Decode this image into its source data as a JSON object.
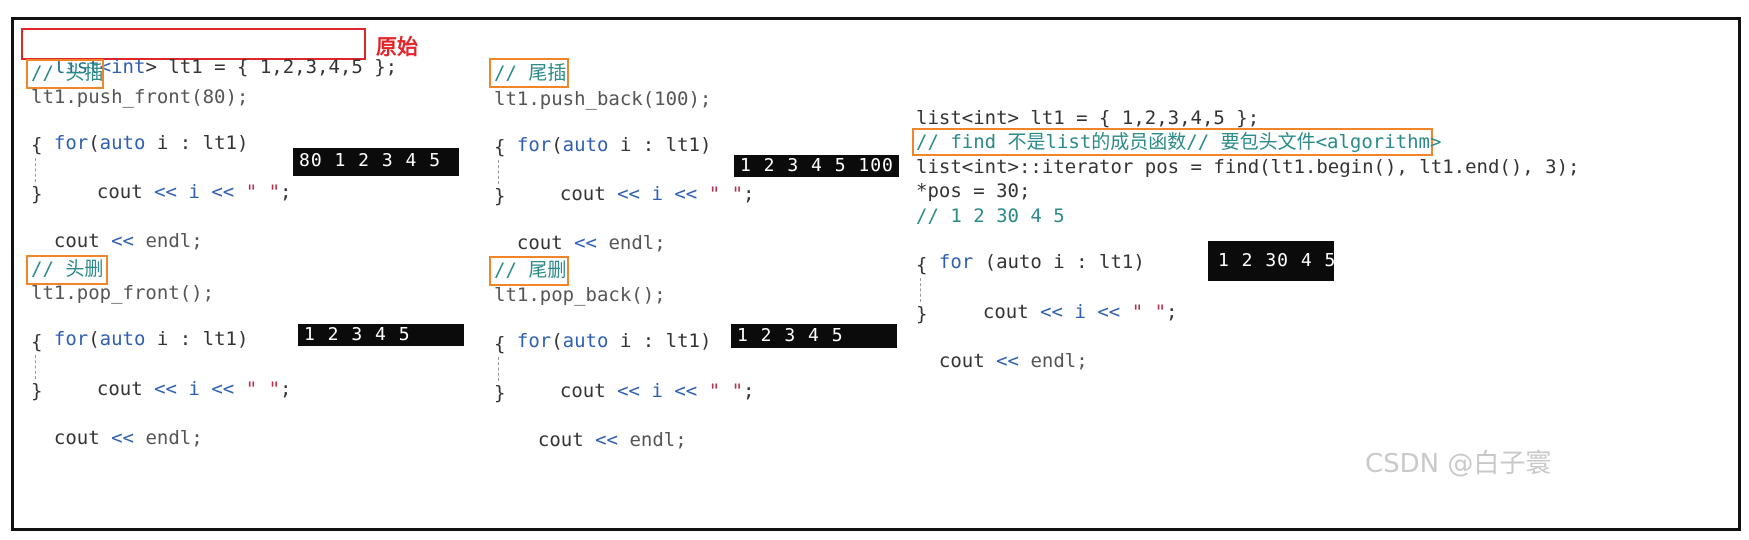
{
  "original": {
    "label": "原始",
    "code": {
      "pre": "list",
      "lt": "<",
      "type": "int",
      "rest": "> lt1 = { 1,2,3,4,5 };"
    }
  },
  "push_front": {
    "comment": "// 头插",
    "lines": [
      "lt1.push_front(80);",
      "for",
      "(",
      "auto",
      " i : lt1)",
      "{",
      "cout",
      " << ",
      "i",
      " << ",
      "\" \"",
      ";",
      "}",
      "cout",
      " << ",
      "endl;"
    ],
    "output": "80 1 2 3 4 5"
  },
  "pop_front": {
    "comment": "// 头删",
    "call": "lt1.pop_front();",
    "output": "1 2 3 4 5"
  },
  "push_back": {
    "comment": "// 尾插",
    "call": "lt1.push_back(100);",
    "output": "1 2 3 4 5 100"
  },
  "pop_back": {
    "comment": "// 尾删",
    "call": "lt1.pop_back();",
    "output": "1 2 3 4 5"
  },
  "loop": {
    "for_kw": "for",
    "paren_open": "(",
    "auto_kw": "auto",
    "iter": " i : lt1)",
    "brace_open": "{",
    "cout": "cout",
    "shl": "<<",
    "i": "i",
    "space_str": "\" \"",
    "semi": ";",
    "brace_close": "}",
    "endl": "endl;"
  },
  "find": {
    "decl": "list<int> lt1 = { 1,2,3,4,5 };",
    "comment": "// find 不是list的成员函数// 要包头文件<algorithm>",
    "iter_line": "list<int>::iterator pos = find(lt1.begin(), lt1.end(), 3);",
    "assign": "*pos = 30;",
    "result_comment": "// 1 2 30 4 5",
    "for_line_kw": "for",
    "for_line_rest": " (auto i : lt1)",
    "output": "1 2 30 4 5"
  },
  "watermark": "CSDN @白子寰"
}
